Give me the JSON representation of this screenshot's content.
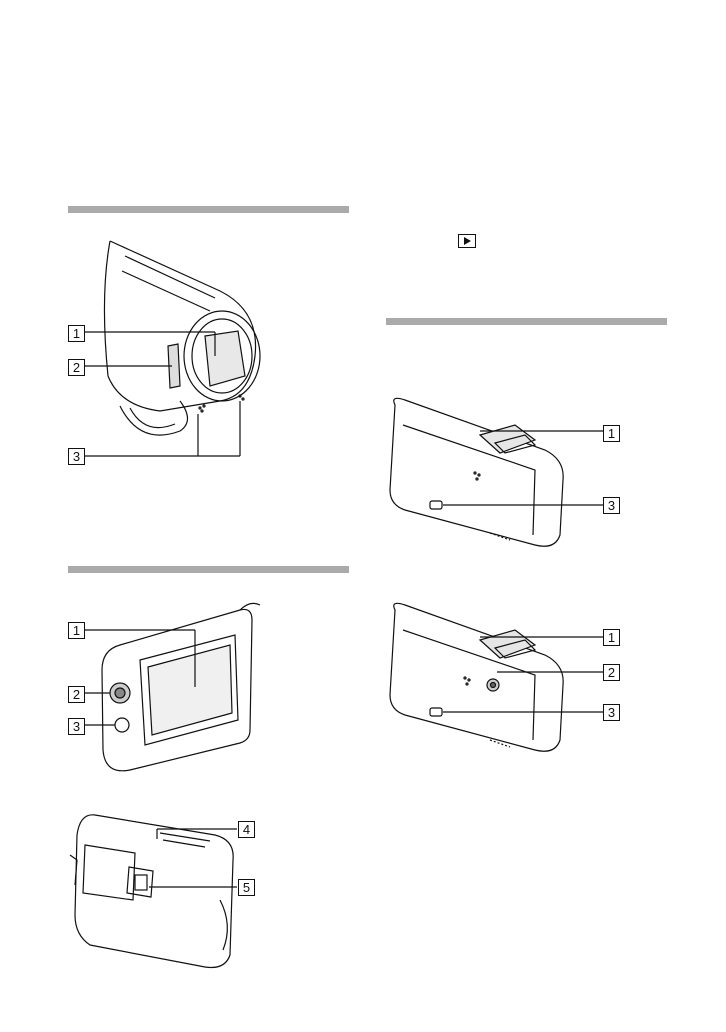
{
  "sections": [
    {
      "name": "front",
      "callouts": [
        "1",
        "2",
        "3"
      ]
    },
    {
      "name": "lcd-panel",
      "callouts": [
        "1",
        "2",
        "3",
        "4",
        "5"
      ]
    },
    {
      "name": "top-views",
      "callouts": [
        "1",
        "3",
        "1",
        "2",
        "3"
      ]
    }
  ],
  "icons": {
    "playback": "play-icon"
  },
  "colors": {
    "rule": "#aaaaaa",
    "line": "#111111"
  }
}
